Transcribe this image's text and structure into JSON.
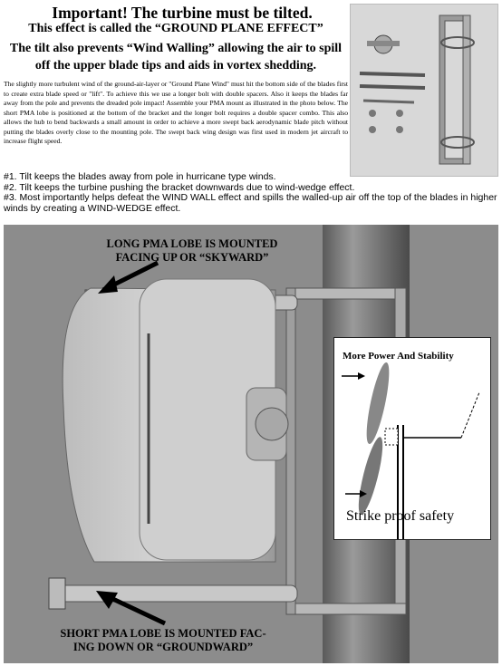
{
  "header": {
    "title": "Important!  The turbine must be tilted.",
    "subtitle_lines": [
      "This effect is called the “GROUND PLANE EFFECT”",
      "The tilt also prevents “Wind Walling” allowing the air to spill",
      "off the upper blade tips and aids in vortex shedding."
    ]
  },
  "paragraph": "The slightly more turbulent wind of the ground-air-layer or \"Ground Plane Wind\" must hit the bottom side of the blades first to create extra blade speed or \"lift\". To achieve this we use a longer bolt with double spacers. Also it keeps the blades far away from the pole and prevents the dreaded pole impact! Assemble your PMA mount as illustrated in the photo below. The short PMA lobe is positioned at the bottom of the bracket and the longer bolt requires a double spacer combo. This also allows the hub to bend backwards a small amount in order to achieve a more swept back aerodynamic blade pitch without putting the blades overly close to the mounting pole. The swept back wing design was first used in modern jet aircraft to increase flight speed.",
  "list": [
    "#1. Tilt keeps the blades away from pole in hurricane type winds.",
    "#2. Tilt keeps the turbine pushing the bracket downwards due to wind-wedge effect.",
    "#3. Most importantly helps defeat the WIND WALL effect and spills the walled-up air off the top of the blades in higher winds by creating a WIND-WEDGE effect."
  ],
  "photo_labels": {
    "top": [
      "LONG PMA LOBE IS MOUNTED",
      "FACING UP OR “SKYWARD”"
    ],
    "bottom": [
      "SHORT PMA LOBE IS MOUNTED FAC-",
      "ING DOWN OR “GROUNDWARD”"
    ]
  },
  "inset": {
    "title": "More Power And Stability",
    "caption": "Strike proof safety"
  }
}
